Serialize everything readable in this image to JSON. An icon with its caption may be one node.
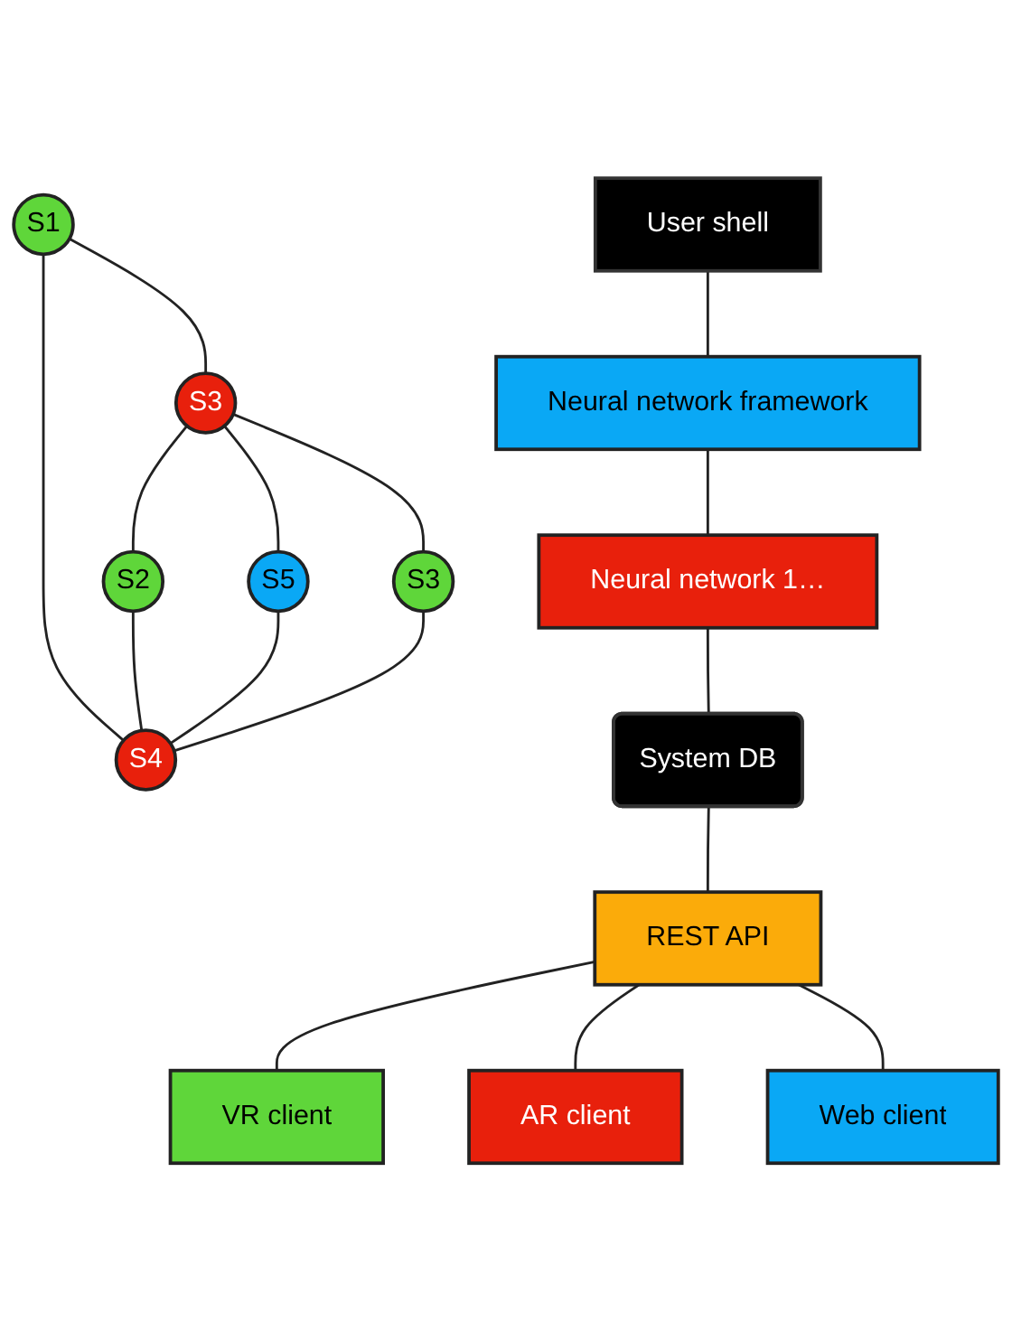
{
  "diagram": {
    "nodes": [
      {
        "text": [
          "User shell"
        ]
      },
      {
        "text": [
          "Neural network framework"
        ]
      },
      {
        "text": [
          "Neural network 1…"
        ]
      },
      {
        "text": [
          "S1"
        ]
      },
      {
        "text": [
          "S3"
        ]
      },
      {
        "text": [
          "S5"
        ]
      },
      {
        "text": [
          "S2"
        ]
      },
      {
        "text": [
          "S4"
        ]
      },
      {
        "text": [
          "S3"
        ]
      },
      {
        "text": [
          "System DB"
        ]
      },
      {
        "text": [
          "REST API"
        ]
      },
      {
        "text": [
          "VR client"
        ]
      },
      {
        "text": [
          "AR client"
        ]
      },
      {
        "text": [
          "Web client"
        ]
      }
    ],
    "edges": [
      {
        "from": 0,
        "to": 1,
        "arrow": "none"
      },
      {
        "from": 1,
        "to": 2,
        "arrow": "none"
      },
      {
        "from": 2,
        "to": 9,
        "arrow": "none"
      },
      {
        "from": 3,
        "to": 4,
        "arrow": "none"
      },
      {
        "from": 3,
        "to": 7,
        "arrow": "none"
      },
      {
        "from": 4,
        "to": 5,
        "arrow": "none"
      },
      {
        "from": 4,
        "to": 6,
        "arrow": "none"
      },
      {
        "from": 4,
        "to": 8,
        "arrow": "none"
      },
      {
        "from": 6,
        "to": 7,
        "arrow": "none"
      },
      {
        "from": 5,
        "to": 7,
        "arrow": "none"
      },
      {
        "from": 8,
        "to": 7,
        "arrow": "none"
      },
      {
        "from": 9,
        "to": 10,
        "arrow": "none"
      },
      {
        "from": 10,
        "to": 11,
        "arrow": "none"
      },
      {
        "from": 10,
        "to": 12,
        "arrow": "none"
      },
      {
        "from": 10,
        "to": 13,
        "arrow": "none"
      }
    ]
  }
}
